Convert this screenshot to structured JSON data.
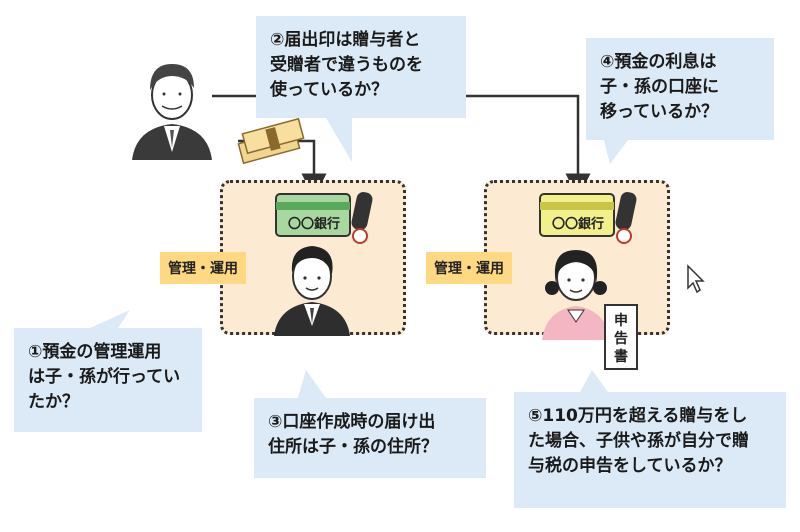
{
  "callouts": {
    "q1": "①預金の管理運用\nは子・孫が行ってい\nたか？",
    "q2": "②届出印は贈与者と\n受贈者で違うものを\n使っているか？",
    "q3": "③口座作成時の届け出\n住所は子・孫の住所？",
    "q4": "④預金の利息は\n子・孫の口座に\n移っているか？",
    "q5": "⑤110万円を超える贈与をし\nた場合、子供や孫が自分で贈\n与税の申告をしているか？"
  },
  "labels": {
    "mgmt_left": "管理・運用",
    "mgmt_right": "管理・運用",
    "bank_left": "〇〇銀行",
    "bank_right": "〇〇銀行",
    "tax_doc": "申\n告\n書"
  },
  "colors": {
    "callout_bg": "#dce9f6",
    "panel_bg": "#fcebd2",
    "label_bg": "#ffd982",
    "card_left": "#a8d8a0",
    "card_right": "#f2f08a"
  }
}
